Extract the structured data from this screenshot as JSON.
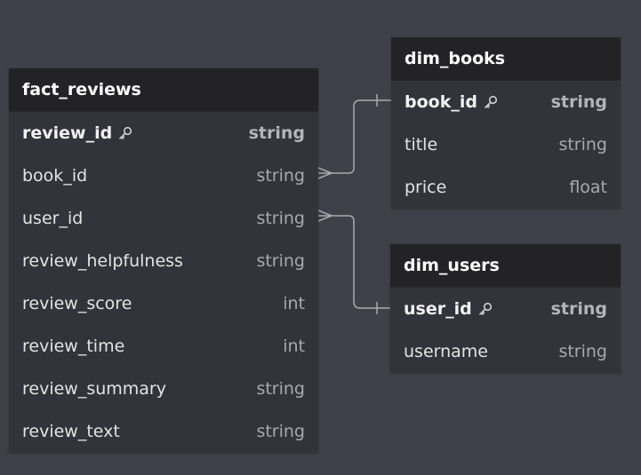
{
  "colors": {
    "background": "#40404a",
    "table_body": "#33333b",
    "table_header": "#232325",
    "connector": "#a9a9b0"
  },
  "tables": [
    {
      "id": "fact_reviews",
      "title": "fact_reviews",
      "columns": [
        {
          "name": "review_id",
          "type": "string",
          "pk": true
        },
        {
          "name": "book_id",
          "type": "string",
          "pk": false
        },
        {
          "name": "user_id",
          "type": "string",
          "pk": false
        },
        {
          "name": "review_helpfulness",
          "type": "string",
          "pk": false
        },
        {
          "name": "review_score",
          "type": "int",
          "pk": false
        },
        {
          "name": "review_time",
          "type": "int",
          "pk": false
        },
        {
          "name": "review_summary",
          "type": "string",
          "pk": false
        },
        {
          "name": "review_text",
          "type": "string",
          "pk": false
        }
      ]
    },
    {
      "id": "dim_books",
      "title": "dim_books",
      "columns": [
        {
          "name": "book_id",
          "type": "string",
          "pk": true
        },
        {
          "name": "title",
          "type": "string",
          "pk": false
        },
        {
          "name": "price",
          "type": "float",
          "pk": false
        }
      ]
    },
    {
      "id": "dim_users",
      "title": "dim_users",
      "columns": [
        {
          "name": "user_id",
          "type": "string",
          "pk": true
        },
        {
          "name": "username",
          "type": "string",
          "pk": false
        }
      ]
    }
  ],
  "relationships": [
    {
      "from_table": "fact_reviews",
      "from_column": "book_id",
      "from_cardinality": "many",
      "to_table": "dim_books",
      "to_column": "book_id",
      "to_cardinality": "one"
    },
    {
      "from_table": "fact_reviews",
      "from_column": "user_id",
      "from_cardinality": "many",
      "to_table": "dim_users",
      "to_column": "user_id",
      "to_cardinality": "one"
    }
  ],
  "icons": {
    "primary_key": "key-icon"
  }
}
